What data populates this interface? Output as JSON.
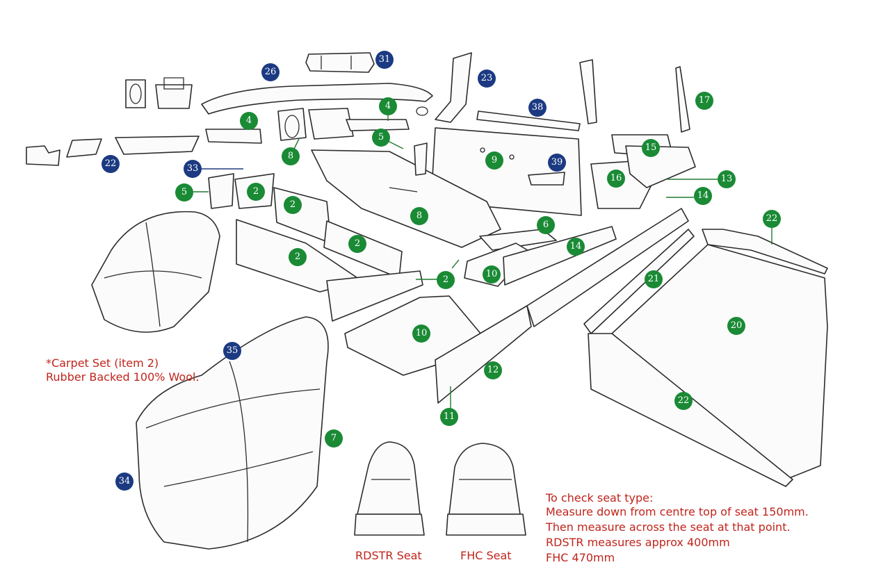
{
  "colors": {
    "green_badge": "#1a8a35",
    "navy_badge": "#1b3a82",
    "note_text": "#c0241c",
    "line_art": "#2b2b2b"
  },
  "callouts": {
    "c2a": "2",
    "c2b": "2",
    "c2c": "2",
    "c2d": "2",
    "c2e": "2",
    "c4a": "4",
    "c4b": "4",
    "c5a": "5",
    "c5b": "5",
    "c6": "6",
    "c7": "7",
    "c8a": "8",
    "c8b": "8",
    "c9": "9",
    "c10a": "10",
    "c10b": "10",
    "c11": "11",
    "c12": "12",
    "c13": "13",
    "c14a": "14",
    "c14b": "14",
    "c15": "15",
    "c16": "16",
    "c17": "17",
    "c20": "20",
    "c21": "21",
    "c22a": "22",
    "c22b": "22",
    "c22c": "22",
    "c23": "23",
    "c26": "26",
    "c31": "31",
    "c33": "33",
    "c34": "34",
    "c35": "35",
    "c38": "38",
    "c39": "39"
  },
  "notes": {
    "carpet_line1": "*Carpet Set (item 2)",
    "carpet_line2": "Rubber Backed 100% Wool.",
    "seat_check_lines": [
      "To check seat type:",
      "Measure down from centre top of seat 150mm.",
      "Then measure across the seat at that point.",
      "RDSTR measures approx 400mm",
      "FHC 470mm"
    ],
    "rdstr_seat": "RDSTR Seat",
    "fhc_seat": "FHC Seat"
  }
}
